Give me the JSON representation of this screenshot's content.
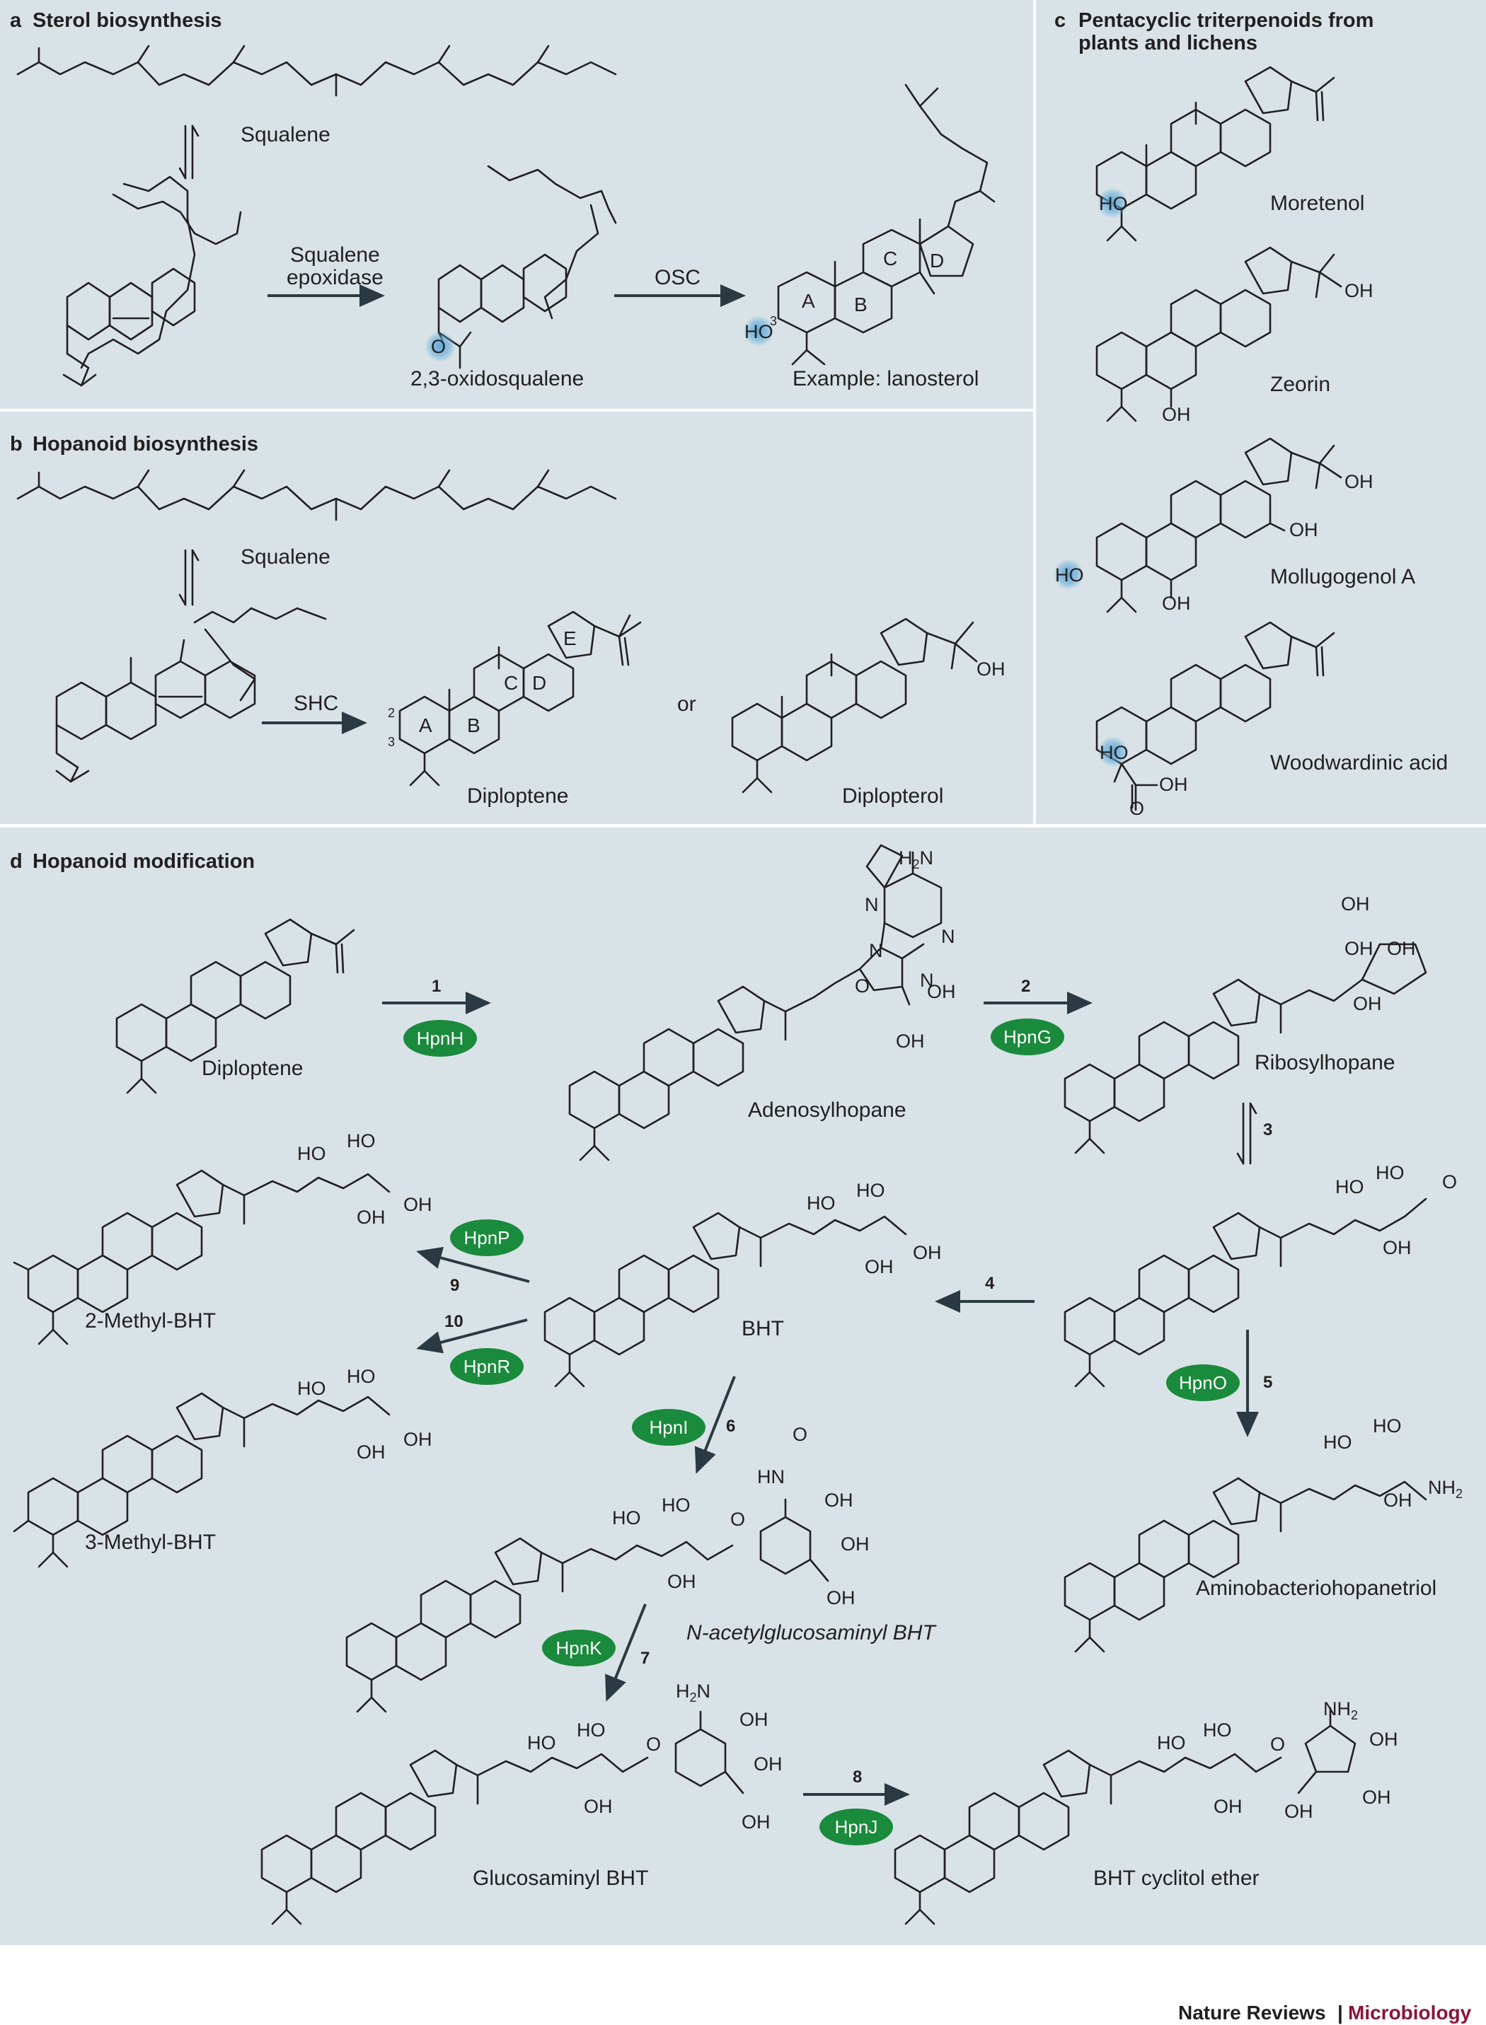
{
  "panels": {
    "a": {
      "letter": "a",
      "title": "Sterol biosynthesis"
    },
    "b": {
      "letter": "b",
      "title": "Hopanoid biosynthesis"
    },
    "c": {
      "letter": "c",
      "title_line1": "Pentacyclic triterpenoids from",
      "title_line2": "plants and lichens"
    },
    "d": {
      "letter": "d",
      "title": "Hopanoid modification"
    }
  },
  "panel_a": {
    "squalene": "Squalene",
    "arrow1_line1": "Squalene",
    "arrow1_line2": "epoxidase",
    "oxido_label": "2,3-oxidosqualene",
    "oxygen": "O",
    "arrow2": "OSC",
    "lanosterol": "Example: lanosterol",
    "ho": "HO",
    "c3": "3",
    "rings": [
      "A",
      "B",
      "C",
      "D"
    ]
  },
  "panel_b": {
    "squalene": "Squalene",
    "arrow": "SHC",
    "diploptene": "Diploptene",
    "or": "or",
    "diplopterol": "Diplopterol",
    "oh": "OH",
    "pos2": "2",
    "pos3": "3",
    "rings": [
      "A",
      "B",
      "C",
      "D",
      "E"
    ]
  },
  "panel_c": {
    "compounds": [
      "Moretenol",
      "Zeorin",
      "Mollugogenol A",
      "Woodwardinic acid"
    ],
    "ho": "HO",
    "oh": "OH",
    "o": "O"
  },
  "panel_d": {
    "compounds": {
      "diploptene": "Diploptene",
      "adenosylhopane": "Adenosylhopane",
      "ribosylhopane": "Ribosylhopane",
      "bht": "BHT",
      "methyl2": "2-Methyl-BHT",
      "methyl3": "3-Methyl-BHT",
      "aminobht": "Aminobacteriohopanetriol",
      "nacglc": "N-acetylglucosaminyl BHT",
      "glcbht": "Glucosaminyl BHT",
      "cyclitol": "BHT cyclitol ether"
    },
    "steps": [
      "1",
      "2",
      "3",
      "4",
      "5",
      "6",
      "7",
      "8",
      "9",
      "10"
    ],
    "enzymes": {
      "hpnH": "HpnH",
      "hpnG": "HpnG",
      "hpnO": "HpnO",
      "hpnP": "HpnP",
      "hpnR": "HpnR",
      "hpnI": "HpnI",
      "hpnK": "HpnK",
      "hpnJ": "HpnJ"
    },
    "atoms": {
      "oh": "OH",
      "ho": "HO",
      "nh2": "NH",
      "nh2_sub": "2",
      "h2n": "H",
      "h2n_sub": "2",
      "h2n_n": "N",
      "n": "N",
      "hn": "HN",
      "o": "O"
    }
  },
  "footer": {
    "journal": "Nature Reviews",
    "separator": "|",
    "section": "Microbiology"
  },
  "colors": {
    "panel_bg": "#d9e3e7",
    "enzyme": "#1a8a3c",
    "highlight": "#5aa7d8",
    "journal_accent": "#8a1538"
  }
}
